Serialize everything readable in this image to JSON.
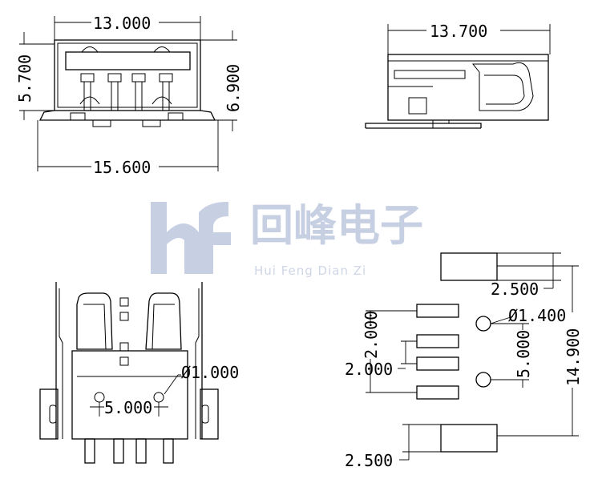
{
  "watermark": {
    "logo_icon": "hf-logo-icon",
    "name": "回峰电子",
    "subtitle": "Hui Feng Dian Zi",
    "color": "#c7d0e3"
  },
  "front_view": {
    "dim_top_width": "13.000",
    "dim_left_height": "5.700",
    "dim_right_height": "6.900",
    "dim_bottom_width": "15.600"
  },
  "side_view": {
    "dim_top_length": "13.700"
  },
  "top_view": {
    "dim_hole_diameter": "Ø1.000",
    "dim_hole_spacing": "5.000"
  },
  "pcb_layout": {
    "dim_top_pad": "2.500",
    "dim_hole_diameter": "Ø1.400",
    "dim_hole_spacing": "5.000",
    "dim_overall_length": "14.900",
    "dim_pin_pitch_outer": "2.000",
    "dim_pin_pitch_inner": "2.000",
    "dim_bottom_pad": "2.500"
  }
}
